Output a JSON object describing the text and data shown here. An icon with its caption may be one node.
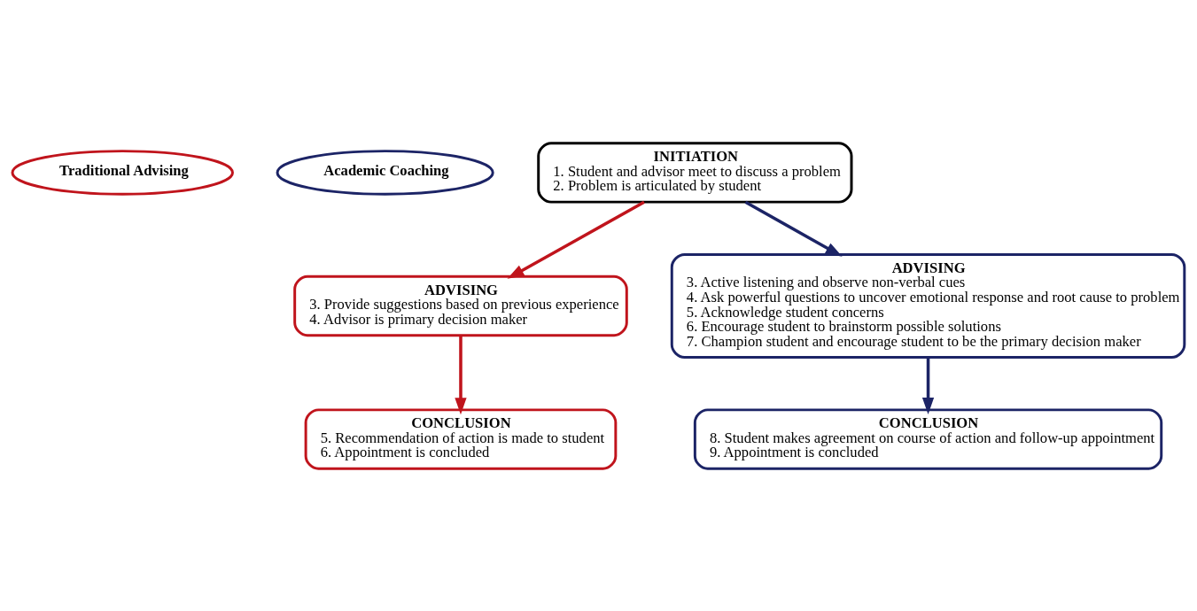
{
  "diagram": {
    "nodes": [
      {
        "text": [
          "Traditional Advising"
        ]
      },
      {
        "text": [
          "Academic Coaching"
        ]
      },
      {
        "text": [
          "INITIATION",
          "1. Student and advisor meet to discuss a problem",
          "2. Problem is articulated by student"
        ]
      },
      {
        "text": [
          "ADVISING",
          "3. Provide suggestions based on previous experience",
          "4. Advisor is primary decision maker"
        ]
      },
      {
        "text": [
          "ADVISING",
          "3. Active listening and observe non-verbal cues",
          "4. Ask powerful questions to uncover emotional response and root cause to problem",
          "5. Acknowledge student concerns",
          "6. Encourage student to brainstorm possible solutions",
          "7. Champion student and encourage student to be the primary decision maker"
        ]
      },
      {
        "text": [
          "CONCLUSION",
          "5. Recommendation of action is made to student",
          "6. Appointment is concluded"
        ]
      },
      {
        "text": [
          "CONCLUSION",
          "8. Student makes agreement on course of action and follow-up appointment",
          "9. Appointment is concluded"
        ]
      }
    ],
    "edges": [
      {
        "from": 2,
        "to": 3,
        "arrow": "to",
        "color": "#c0141c"
      },
      {
        "from": 2,
        "to": 4,
        "arrow": "to",
        "color": "#1c2466"
      },
      {
        "from": 3,
        "to": 5,
        "arrow": "to",
        "color": "#c0141c"
      },
      {
        "from": 4,
        "to": 6,
        "arrow": "to",
        "color": "#1c2466"
      }
    ]
  }
}
